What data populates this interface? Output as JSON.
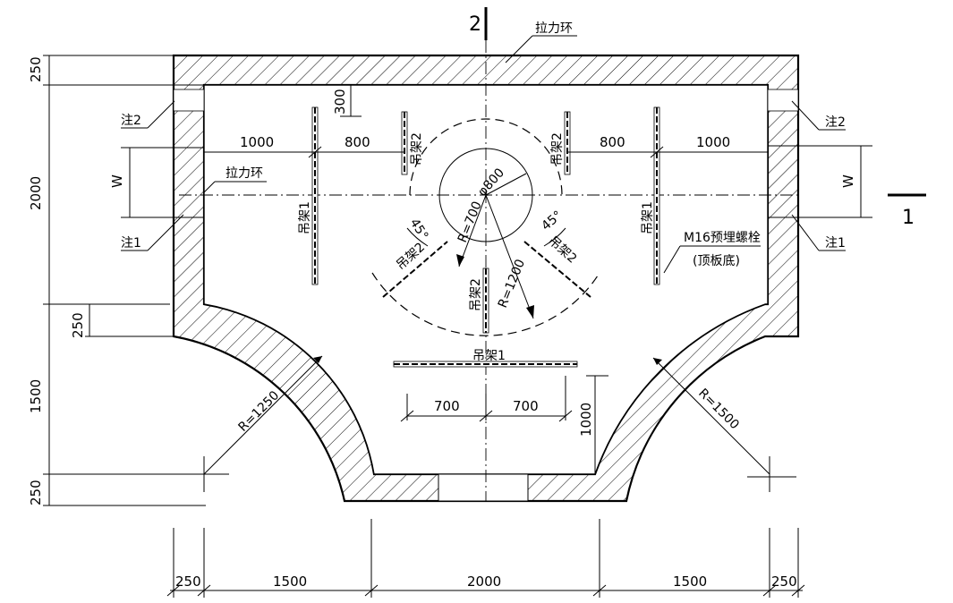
{
  "labels": {
    "section_2": "2",
    "section_1": "1",
    "tension_ring_top": "拉力环",
    "tension_ring_left": "拉力环",
    "note2_left": "注2",
    "note2_right": "注2",
    "note1_left": "注1",
    "note1_right": "注1",
    "bolt_title": "M16预埋螺栓",
    "bolt_sub": "(顶板底)",
    "hanger1_left": "吊架1",
    "hanger1_right": "吊架1",
    "hanger1_bottom": "吊架1",
    "hanger2_topleft": "吊架2",
    "hanger2_topright": "吊架2",
    "hanger2_diagleft": "吊架2",
    "hanger2_diagright": "吊架2",
    "hanger2_center": "吊架2",
    "phi800": "φ800",
    "r700": "R=700",
    "r1200": "R=1200",
    "r1250": "R=1250",
    "r1500": "R=1500",
    "angle_left": "45°",
    "angle_right": "45°"
  },
  "dims": {
    "left_250_top": "250",
    "left_2000": "2000",
    "left_1500": "1500",
    "left_250_bottom": "250",
    "inner_250": "250",
    "inner_300": "300",
    "w_left": "W",
    "w_right": "W",
    "top_1000_left": "1000",
    "top_800_left": "800",
    "top_800_right": "800",
    "top_1000_right": "1000",
    "mid_700_left": "700",
    "mid_700_right": "700",
    "mid_1000_vertical": "1000",
    "bottom_250_left": "250",
    "bottom_1500_left": "1500",
    "bottom_2000": "2000",
    "bottom_1500_right": "1500",
    "bottom_250_right": "250"
  }
}
